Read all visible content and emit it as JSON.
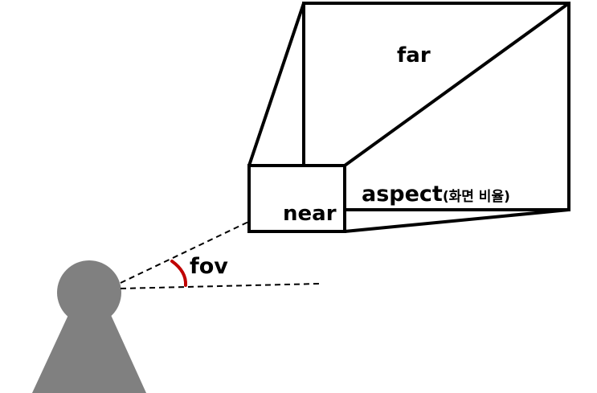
{
  "labels": {
    "far": "far",
    "near": "near",
    "aspect": "aspect",
    "aspect_note": "(화면 비율)",
    "fov": "fov"
  },
  "colors": {
    "stroke": "#000000",
    "viewer": "#808080",
    "fov_arc": "#c00000",
    "background": "#ffffff"
  },
  "icons": {
    "viewer": "person-icon"
  }
}
